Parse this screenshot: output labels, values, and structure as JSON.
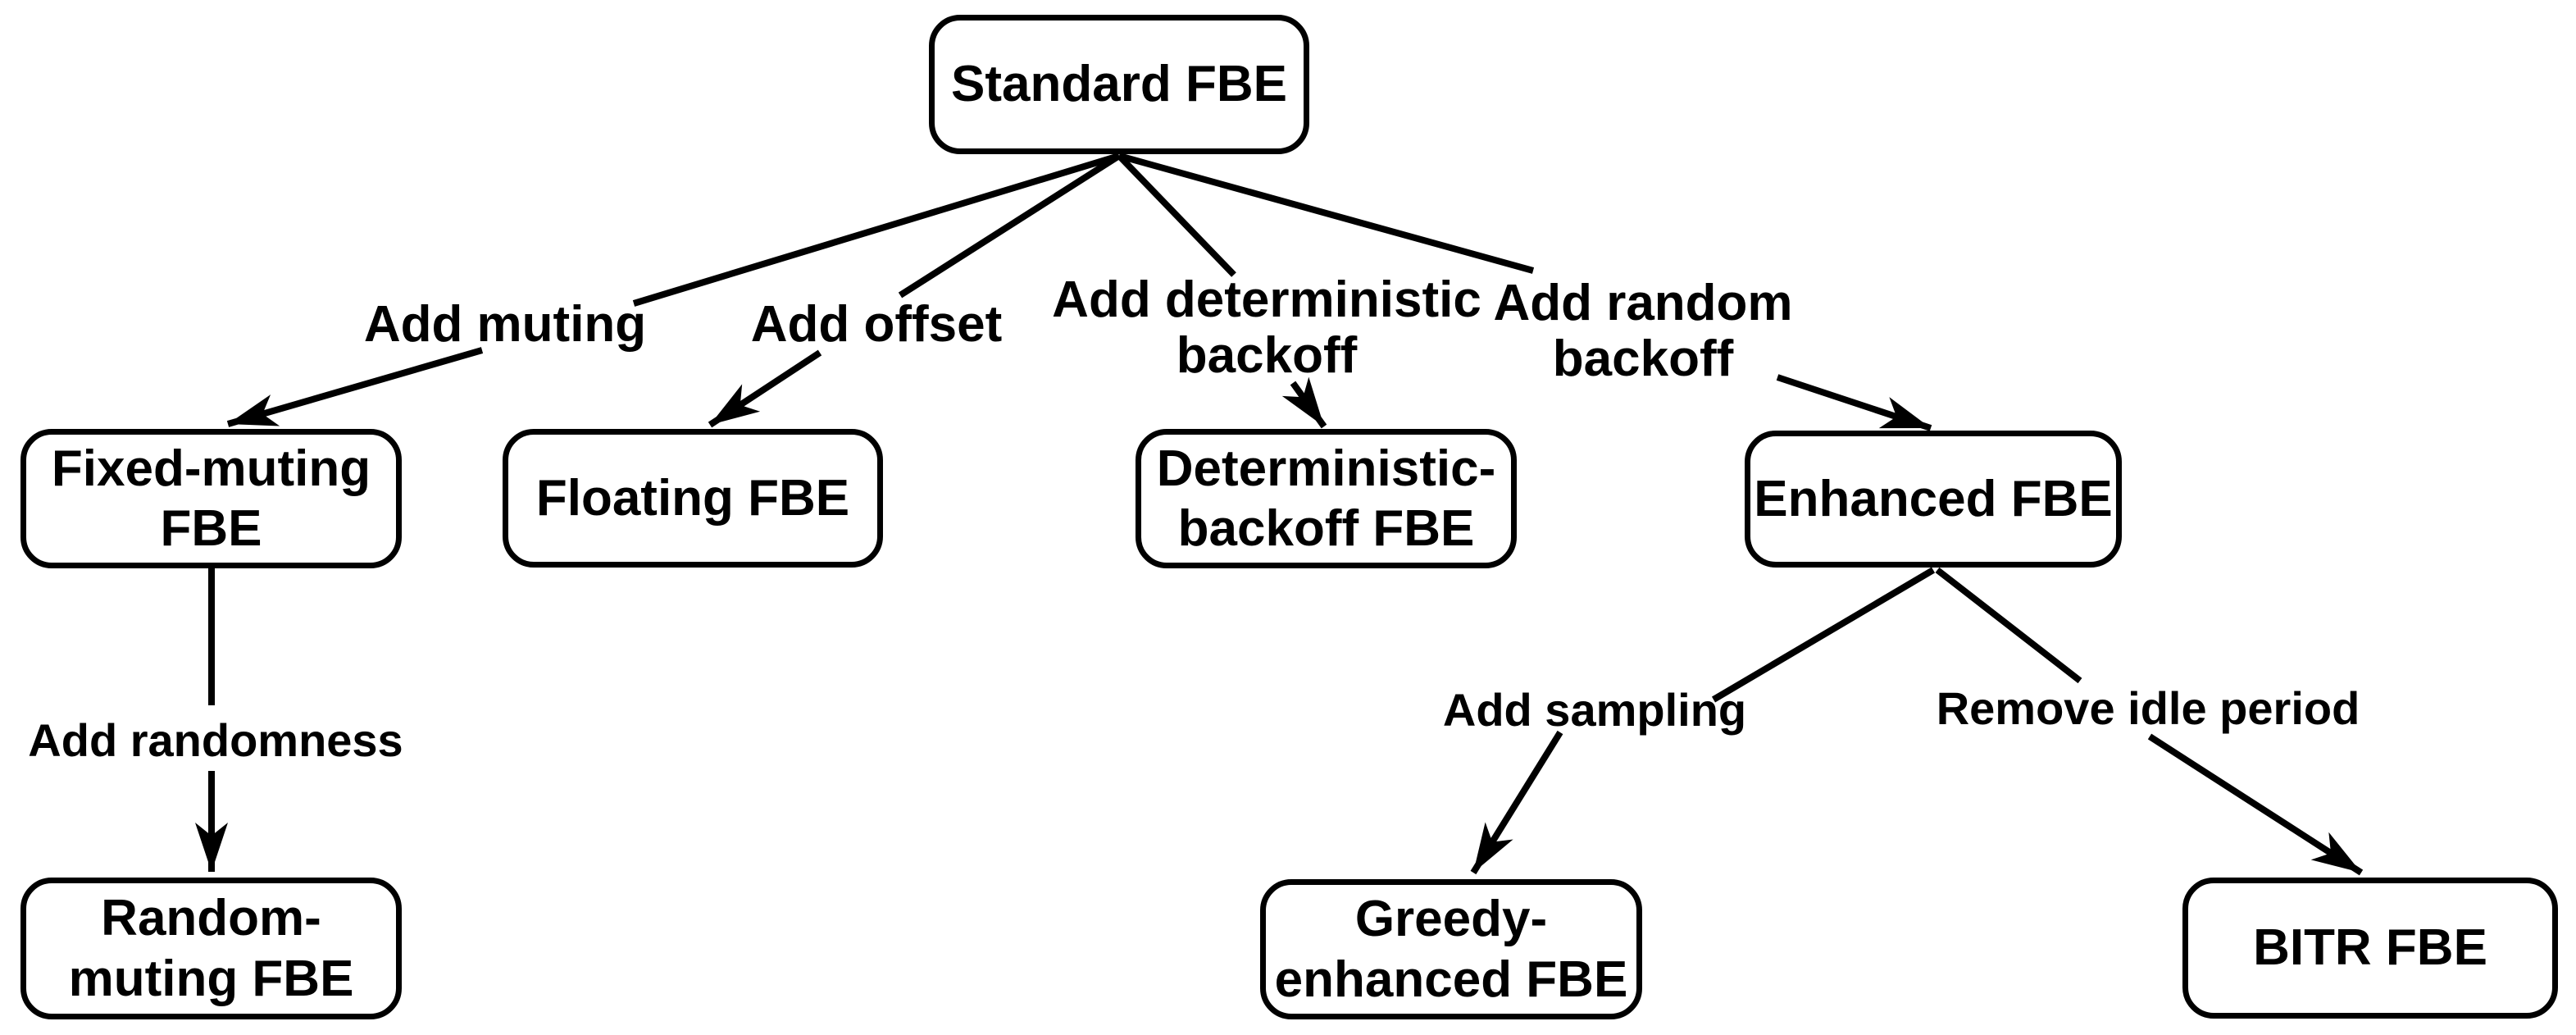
{
  "diagram": {
    "nodes": [
      {
        "id": "standard",
        "label": "Standard FBE"
      },
      {
        "id": "fixed-muting",
        "label": "Fixed-muting\nFBE"
      },
      {
        "id": "floating",
        "label": "Floating FBE"
      },
      {
        "id": "deterministic-backoff",
        "label": "Deterministic-\nbackoff FBE"
      },
      {
        "id": "enhanced",
        "label": "Enhanced FBE"
      },
      {
        "id": "random-muting",
        "label": "Random-\nmuting FBE"
      },
      {
        "id": "greedy-enhanced",
        "label": "Greedy-\nenhanced FBE"
      },
      {
        "id": "bitr",
        "label": "BITR FBE"
      }
    ],
    "edges": [
      {
        "from": "standard",
        "to": "fixed-muting",
        "label": "Add muting"
      },
      {
        "from": "standard",
        "to": "floating",
        "label": "Add offset"
      },
      {
        "from": "standard",
        "to": "deterministic-backoff",
        "label": "Add deterministic\nbackoff"
      },
      {
        "from": "standard",
        "to": "enhanced",
        "label": "Add random\nbackoff"
      },
      {
        "from": "fixed-muting",
        "to": "random-muting",
        "label": "Add randomness"
      },
      {
        "from": "enhanced",
        "to": "greedy-enhanced",
        "label": "Add sampling"
      },
      {
        "from": "enhanced",
        "to": "bitr",
        "label": "Remove idle period"
      }
    ],
    "colors": {
      "background": "#ffffff",
      "node_fill": "#ffffff",
      "stroke": "#000000",
      "text": "#000000"
    }
  }
}
